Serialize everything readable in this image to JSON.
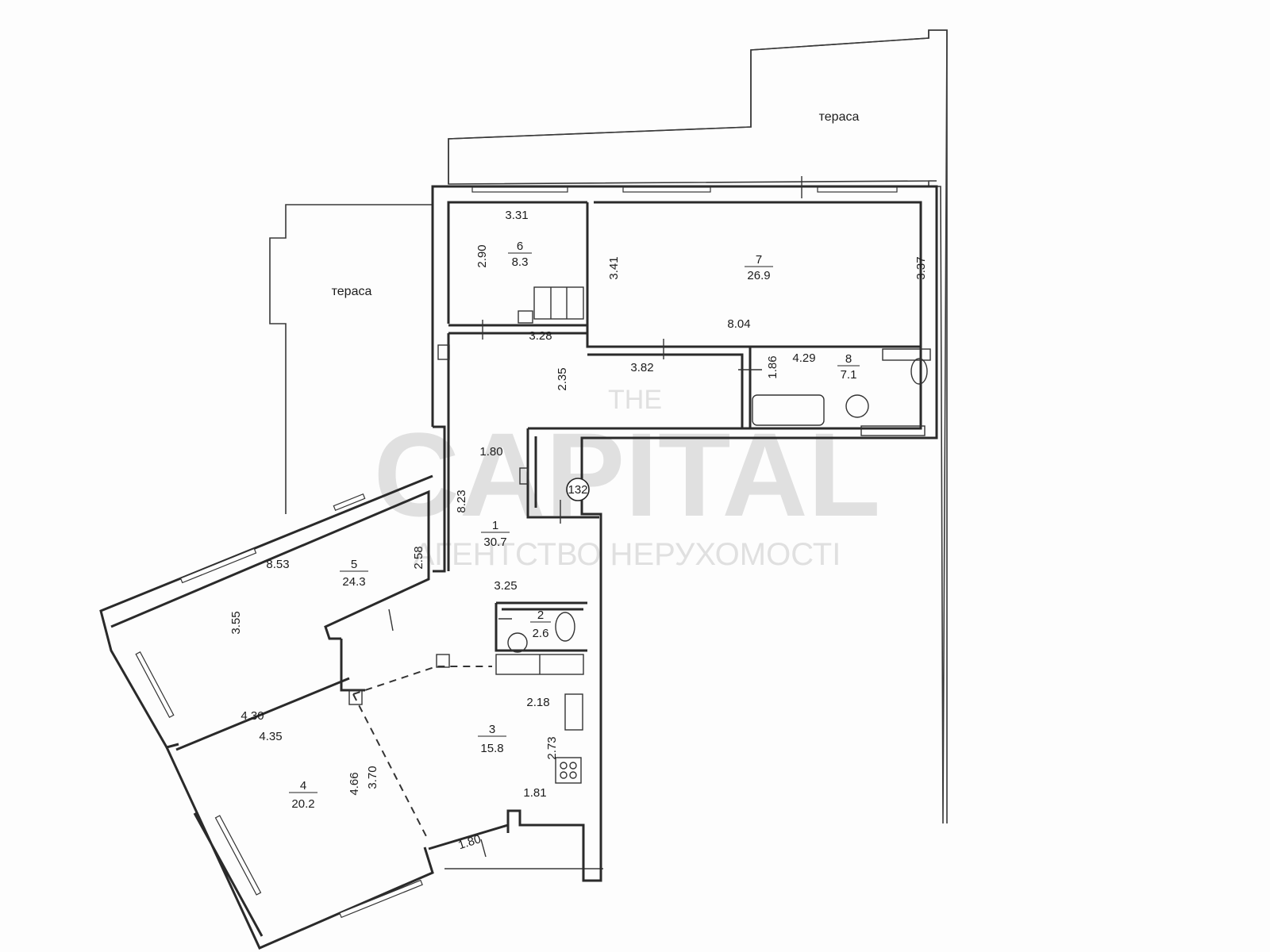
{
  "terraces": {
    "label_upper": "тераса",
    "label_left": "тераса"
  },
  "rooms": [
    {
      "number": "1",
      "area": "30.7"
    },
    {
      "number": "2",
      "area": "2.6"
    },
    {
      "number": "3",
      "area": "15.8"
    },
    {
      "number": "4",
      "area": "20.2"
    },
    {
      "number": "5",
      "area": "24.3"
    },
    {
      "number": "6",
      "area": "8.3"
    },
    {
      "number": "7",
      "area": "26.9"
    },
    {
      "number": "8",
      "area": "7.1"
    }
  ],
  "dimensions": {
    "d331": "3.31",
    "d290": "2.90",
    "d341": "3.41",
    "d328": "3.28",
    "d337": "3.37",
    "d804": "8.04",
    "d382": "3.82",
    "d235": "2.35",
    "d186": "1.86",
    "d429": "4.29",
    "d180a": "1.80",
    "d823": "8.23",
    "d853": "8.53",
    "d258": "2.58",
    "d325": "3.25",
    "d355": "3.55",
    "d430": "4.30",
    "d435": "4.35",
    "d218": "2.18",
    "d273": "2.73",
    "d466": "4.66",
    "d370": "3.70",
    "d181": "1.81",
    "d180b": "1.80"
  },
  "apartment_marker": "132",
  "watermark": {
    "top": "THE",
    "brand": "CAPITAL",
    "subtitle": "АГЕНТСТВО НЕРУХОМОСТІ"
  }
}
